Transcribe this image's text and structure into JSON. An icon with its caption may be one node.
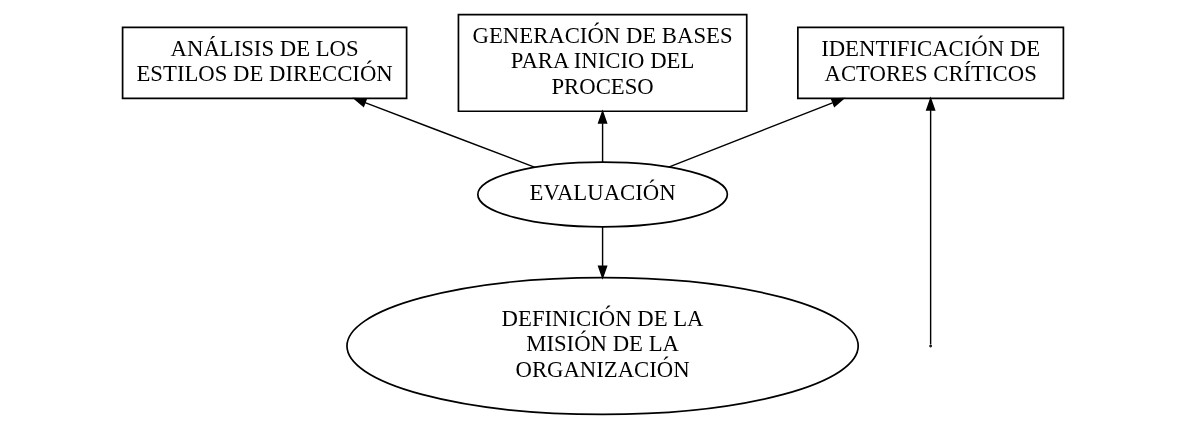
{
  "diagram": {
    "nodes": [
      {
        "text": [
          "ANÁLISIS DE LOS ESTILOS DE DIRECCIÓN"
        ]
      },
      {
        "text": [
          "GENERACIÓN DE BASES PARA INICIO DEL PROCESO"
        ]
      },
      {
        "text": [
          "IDENTIFICACIÓN DE ACTORES CRÍTICOS"
        ]
      },
      {
        "text": [
          "EVALUACIÓN"
        ]
      },
      {
        "text": [
          "DEFINICIÓN DE LA MISIÓN DE LA ORGANIZACIÓN"
        ]
      }
    ],
    "edges": [
      {
        "from": 3,
        "to": 0,
        "arrow": "to"
      },
      {
        "from": 3,
        "to": 1,
        "arrow": "to"
      },
      {
        "from": 3,
        "to": 2,
        "arrow": "to"
      },
      {
        "from": 3,
        "to": 4,
        "arrow": "to"
      },
      {
        "from": null,
        "to": 2,
        "arrow": "to"
      }
    ]
  }
}
